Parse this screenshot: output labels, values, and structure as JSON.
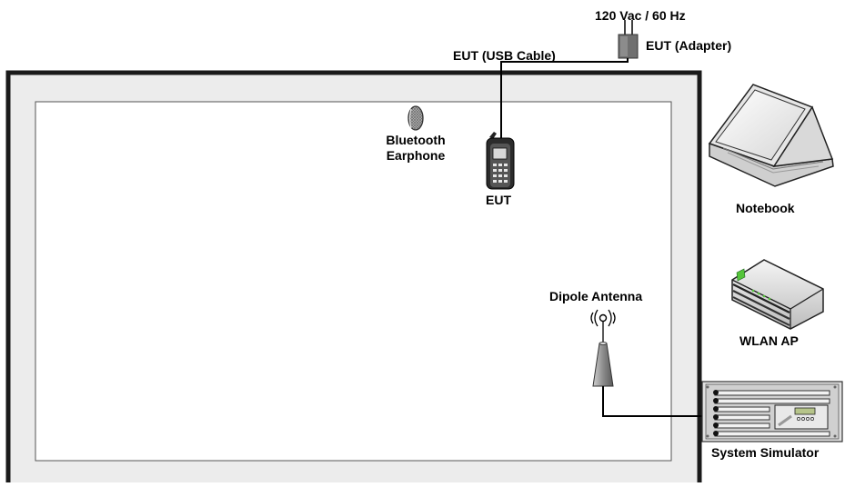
{
  "labels": {
    "power_source": "120 Vac / 60 Hz",
    "adapter": "EUT (Adapter)",
    "usb_cable": "EUT (USB Cable)",
    "bt_line1": "Bluetooth",
    "bt_line2": "Earphone",
    "eut": "EUT",
    "notebook": "Notebook",
    "wlan_ap": "WLAN AP",
    "dipole_antenna": "Dipole Antenna",
    "system_simulator": "System Simulator"
  },
  "colors": {
    "chamber_outer": "#ececec",
    "chamber_border": "#1a1a1a",
    "cable": "#000000",
    "adapter": "#707070",
    "earphone": "#8a8a8a",
    "antenna": "#909090",
    "router_led": "#55c43a"
  },
  "icons": [
    "power-plug-icon",
    "adapter-icon",
    "bluetooth-earphone-icon",
    "phone-icon",
    "laptop-icon",
    "router-icon",
    "antenna-icon",
    "rack-simulator-icon"
  ]
}
